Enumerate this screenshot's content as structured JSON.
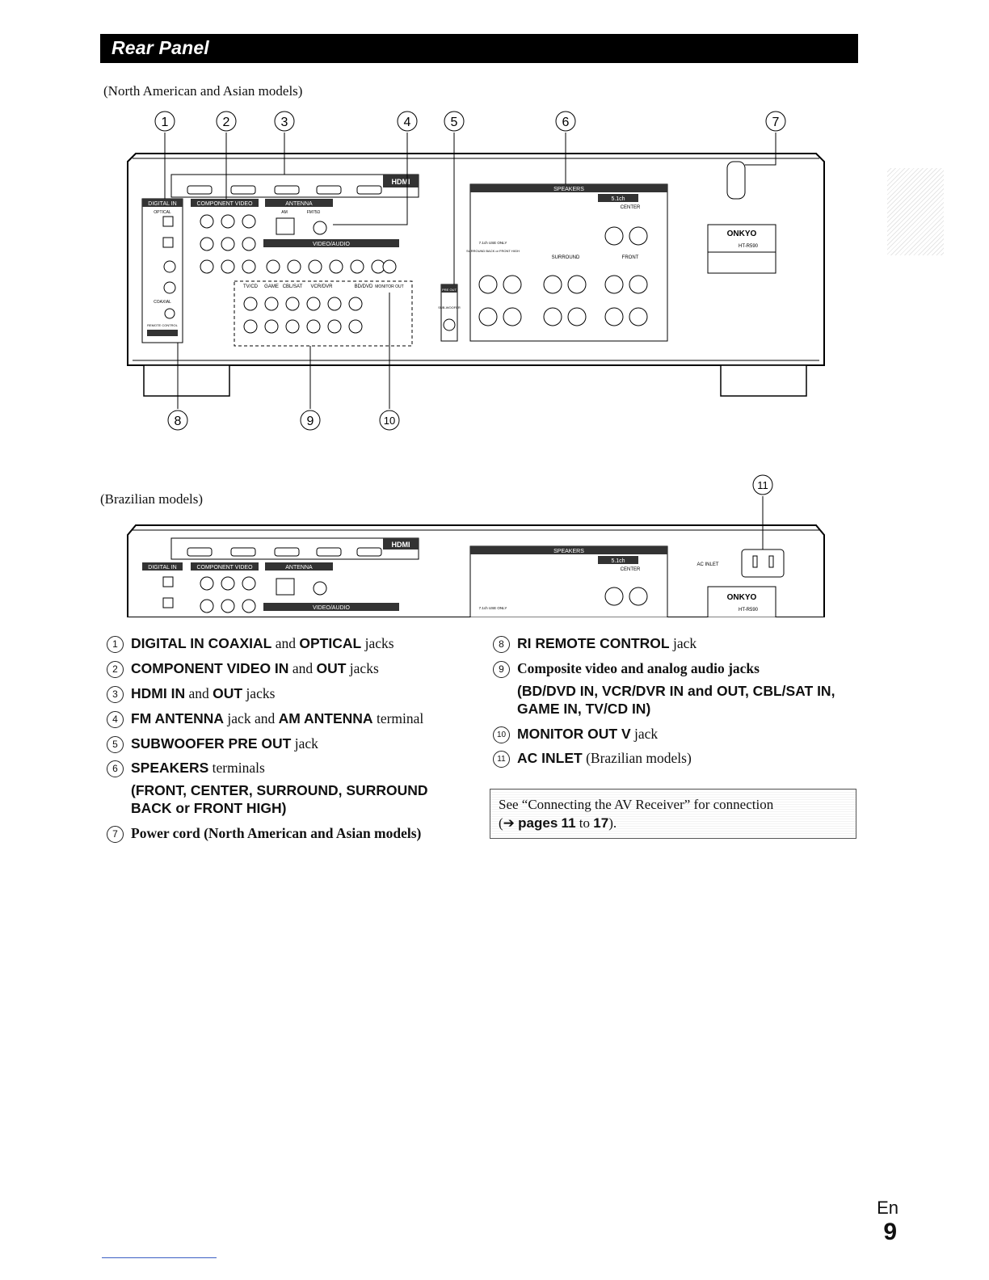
{
  "header": {
    "title": "Rear Panel"
  },
  "diagram_na": {
    "caption": "(North American and Asian models)",
    "callouts": [
      "1",
      "2",
      "3",
      "4",
      "5",
      "6",
      "7",
      "8",
      "9",
      "10"
    ],
    "labels": {
      "digital_in": "DIGITAL IN",
      "optical": "OPTICAL",
      "coaxial": "COAXIAL",
      "remote_control": "REMOTE CONTROL",
      "component_video": "COMPONENT VIDEO",
      "antenna": "ANTENNA",
      "am": "AM",
      "fm": "FM75Ω",
      "hdmi": "HDMI",
      "video_audio": "VIDEO/AUDIO",
      "pre_out": "PRE OUT",
      "subwoofer": "SUB-WOOFER",
      "speakers": "SPEAKERS",
      "ch51": "5.1ch",
      "ch71": "7.1ch USE ONLY",
      "surround_back": "SURROUND BACK or FRONT HIGH",
      "surround": "SURROUND",
      "center": "CENTER",
      "front": "FRONT",
      "tvcd": "TV/CD",
      "game": "GAME",
      "cblsat": "CBL/SAT",
      "vcrdvr": "VCR/DVR",
      "bddvd": "BD/DVD",
      "monitor_out": "MONITOR OUT",
      "brand": "ONKYO",
      "model": "HT-R590"
    }
  },
  "diagram_br": {
    "caption": "(Brazilian models)",
    "callout": "11",
    "labels": {
      "ac_inlet": "AC INLET",
      "digital_in": "DIGITAL IN",
      "component_video": "COMPONENT VIDEO",
      "antenna": "ANTENNA",
      "hdmi": "HDMI",
      "video_audio": "VIDEO/AUDIO",
      "speakers": "SPEAKERS",
      "ch51": "5.1ch",
      "ch71": "7.1ch USE ONLY",
      "center": "CENTER",
      "brand": "ONKYO",
      "model": "HT-R590"
    }
  },
  "legend_left": [
    {
      "num": "1",
      "b1": "DIGITAL IN COAXIAL",
      "t1": " and ",
      "b2": "OPTICAL",
      "t2": " jacks"
    },
    {
      "num": "2",
      "b1": "COMPONENT VIDEO IN",
      "t1": " and ",
      "b2": "OUT",
      "t2": " jacks"
    },
    {
      "num": "3",
      "b1": "HDMI IN",
      "t1": " and ",
      "b2": "OUT",
      "t2": " jacks"
    },
    {
      "num": "4",
      "b1": "FM ANTENNA",
      "t1": " jack and ",
      "b2": "AM ANTENNA",
      "t2": " terminal"
    },
    {
      "num": "5",
      "b1": "SUBWOOFER PRE OUT",
      "t1": " jack",
      "b2": "",
      "t2": ""
    },
    {
      "num": "6",
      "b1": "SPEAKERS",
      "t1": " terminals",
      "b2": "",
      "t2": "",
      "sub": "(FRONT, CENTER, SURROUND, SURROUND BACK or FRONT HIGH)"
    },
    {
      "num": "7",
      "b1": "",
      "t1": "Power cord (North American and Asian models)",
      "b2": "",
      "t2": ""
    }
  ],
  "legend_right": [
    {
      "num": "8",
      "b1": "RI REMOTE CONTROL",
      "t1": " jack",
      "b2": "",
      "t2": ""
    },
    {
      "num": "9",
      "b1": "",
      "t1": "Composite video and analog audio jacks",
      "b2": "",
      "t2": "",
      "sub": "(BD/DVD IN, VCR/DVR IN and OUT, CBL/SAT IN, GAME IN, TV/CD IN)"
    },
    {
      "num": "10",
      "b1": "MONITOR OUT V",
      "t1": " jack",
      "b2": "",
      "t2": ""
    },
    {
      "num": "11",
      "b1": "AC INLET",
      "t1": " (Brazilian models)",
      "b2": "",
      "t2": ""
    }
  ],
  "note": {
    "line1": "See “Connecting the AV Receiver” for connection",
    "open": "(➔ ",
    "pages_label": "pages",
    "page_from": "11",
    "to_word": " to ",
    "page_to": "17",
    "close": ")."
  },
  "footer": {
    "lang": "En",
    "page": "9"
  }
}
